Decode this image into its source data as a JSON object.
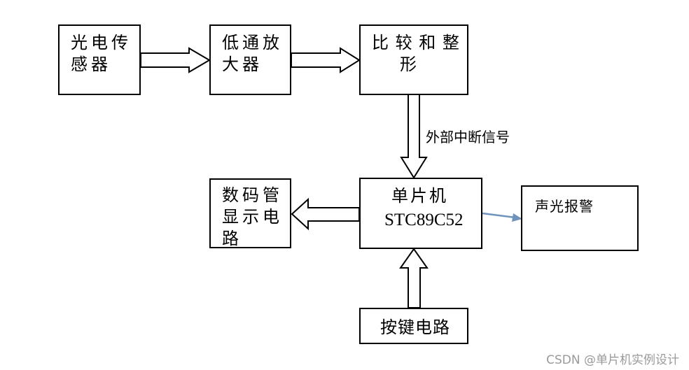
{
  "blocks": {
    "sensor": [
      "光电传",
      "感器"
    ],
    "amplifier": [
      "低通放",
      "大器"
    ],
    "comparator": [
      "比 较 和 整",
      "形"
    ],
    "mcu": {
      "name": "单片机",
      "model": "STC89C52"
    },
    "display": [
      "数码管",
      "显示电",
      "路"
    ],
    "alarm": "声光报警",
    "keypad": "按键电路"
  },
  "edge_label": "外部中断信号",
  "watermark": "CSDN @单片机实例设计",
  "colors": {
    "line": "#000000",
    "alarm_arrow": "#6f93ba",
    "watermark": "#9a9a9a"
  }
}
